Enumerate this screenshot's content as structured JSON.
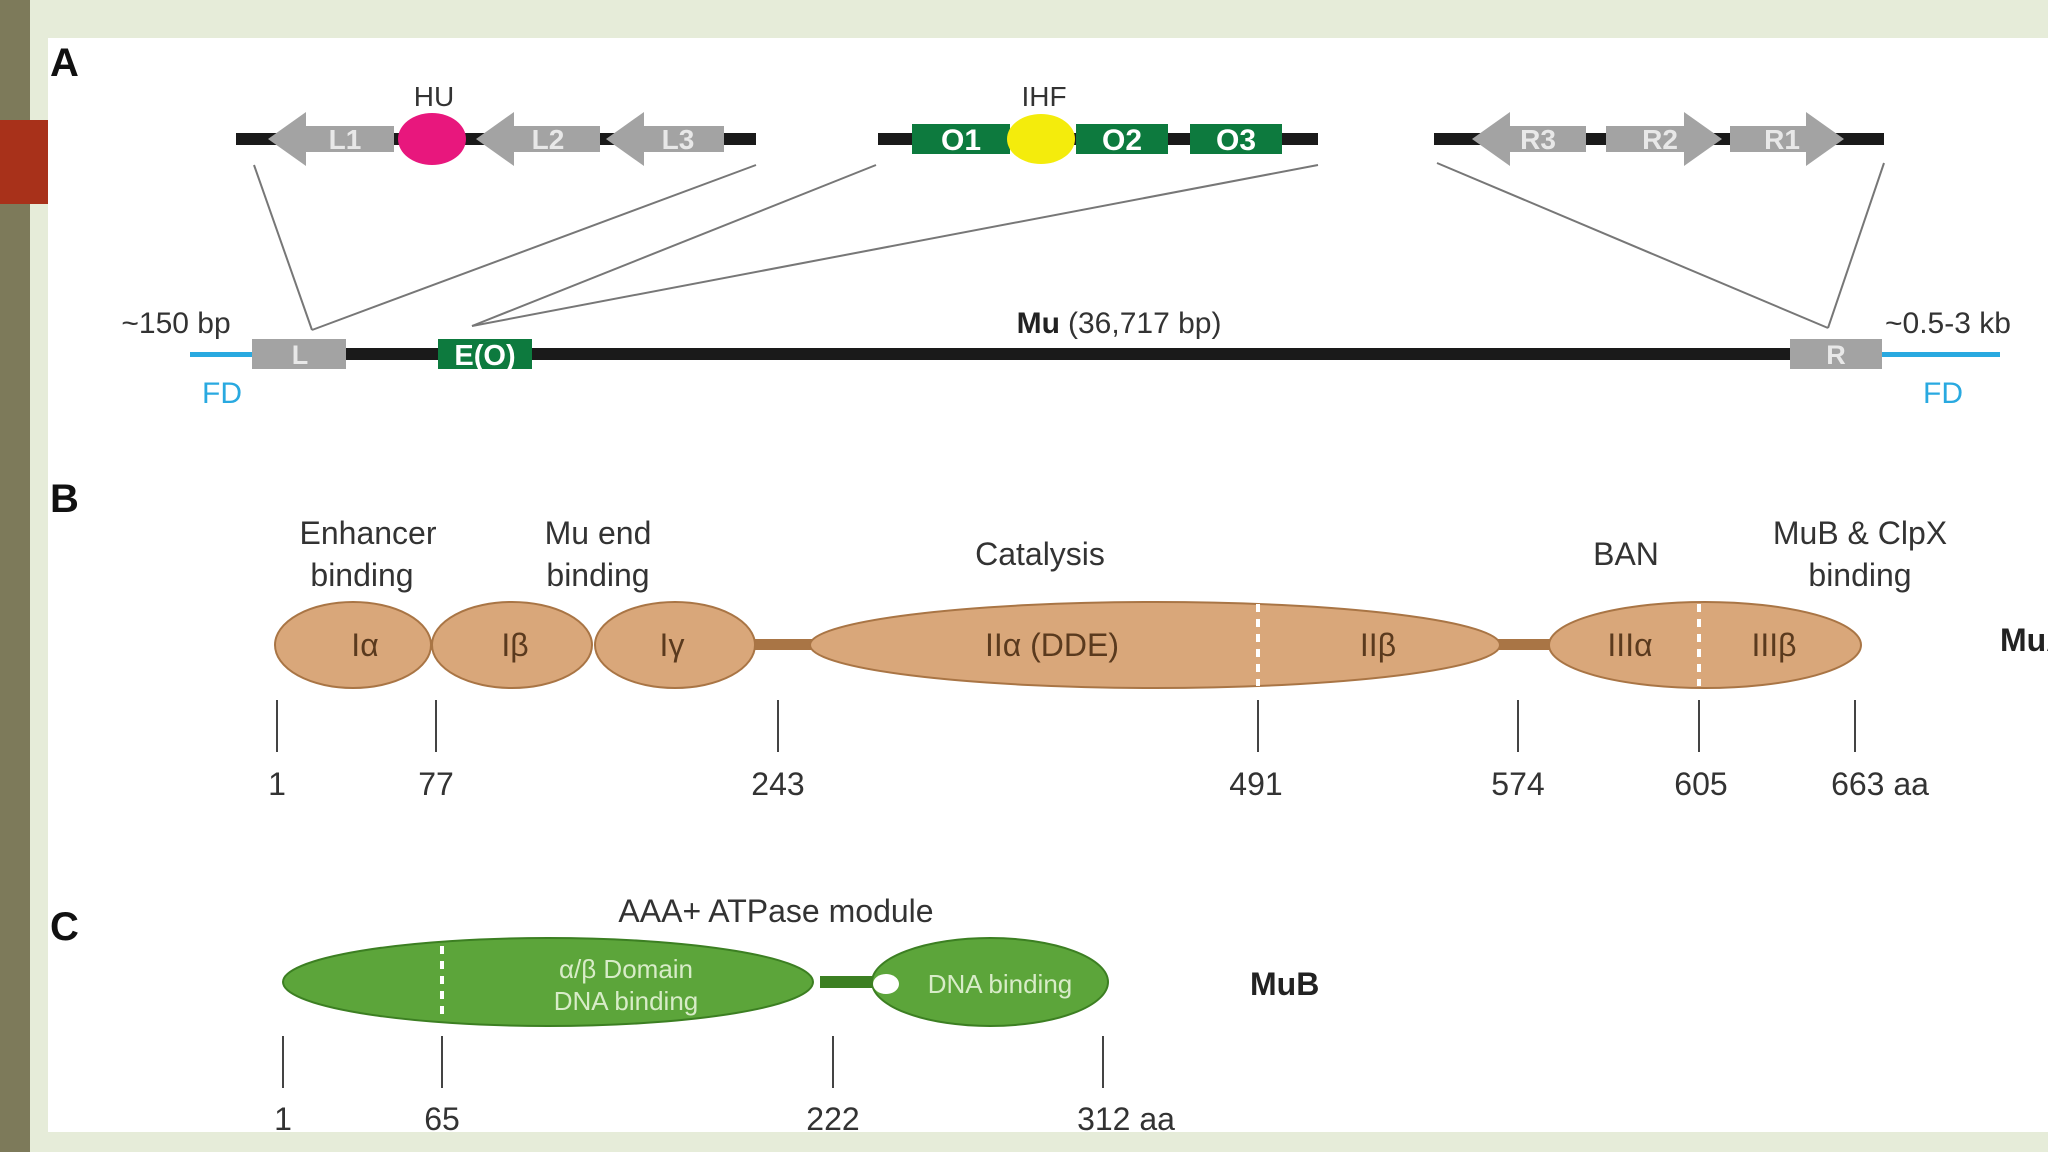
{
  "panel_a": {
    "letter": "A",
    "hu_label": "HU",
    "ihf_label": "IHF",
    "left_sites": [
      "L1",
      "L2",
      "L3"
    ],
    "enhancer_sites": [
      "O1",
      "O2",
      "O3"
    ],
    "right_sites": [
      "R3",
      "R2",
      "R1"
    ],
    "left_flank": "~150 bp",
    "right_flank": "~0.5-3 kb",
    "genome_name": "Mu",
    "genome_size": "(36,717 bp)",
    "left_end": "L",
    "enhancer": "E(O)",
    "right_end": "R",
    "fd_left": "FD",
    "fd_right": "FD"
  },
  "panel_b": {
    "letter": "B",
    "labels": {
      "enhancer_line1": "Enhancer",
      "enhancer_line2": "binding",
      "muend_line1": "Mu end",
      "muend_line2": "binding",
      "catalysis": "Catalysis",
      "ban": "BAN",
      "mub_line1": "MuB & ClpX",
      "mub_line2": "binding"
    },
    "domains": {
      "ia": "Iα",
      "ib": "Iβ",
      "ig": "Iγ",
      "iia": "IIα (DDE)",
      "iib": "IIβ",
      "iiia": "IIIα",
      "iiib": "IIIβ"
    },
    "protein": "MuA",
    "ticks": [
      "1",
      "77",
      "243",
      "491",
      "574",
      "605",
      "663 aa"
    ]
  },
  "panel_c": {
    "letter": "C",
    "module_label": "AAA+ ATPase module",
    "domain_line1": "α/β Domain",
    "domain_line2": "DNA binding",
    "dna_binding": "DNA binding",
    "protein": "MuB",
    "ticks": [
      "1",
      "65",
      "222",
      "312 aa"
    ]
  },
  "colors": {
    "hu": "#e8177d",
    "ihf": "#f4ec0c",
    "site_green": "#0d7a3e",
    "arrow_grey": "#a3a3a3",
    "fd_blue": "#29a9e0",
    "mua_fill": "#d9a77a",
    "mua_stroke": "#a97545",
    "mub_fill": "#5ca53a",
    "mub_stroke": "#3c7f22"
  }
}
